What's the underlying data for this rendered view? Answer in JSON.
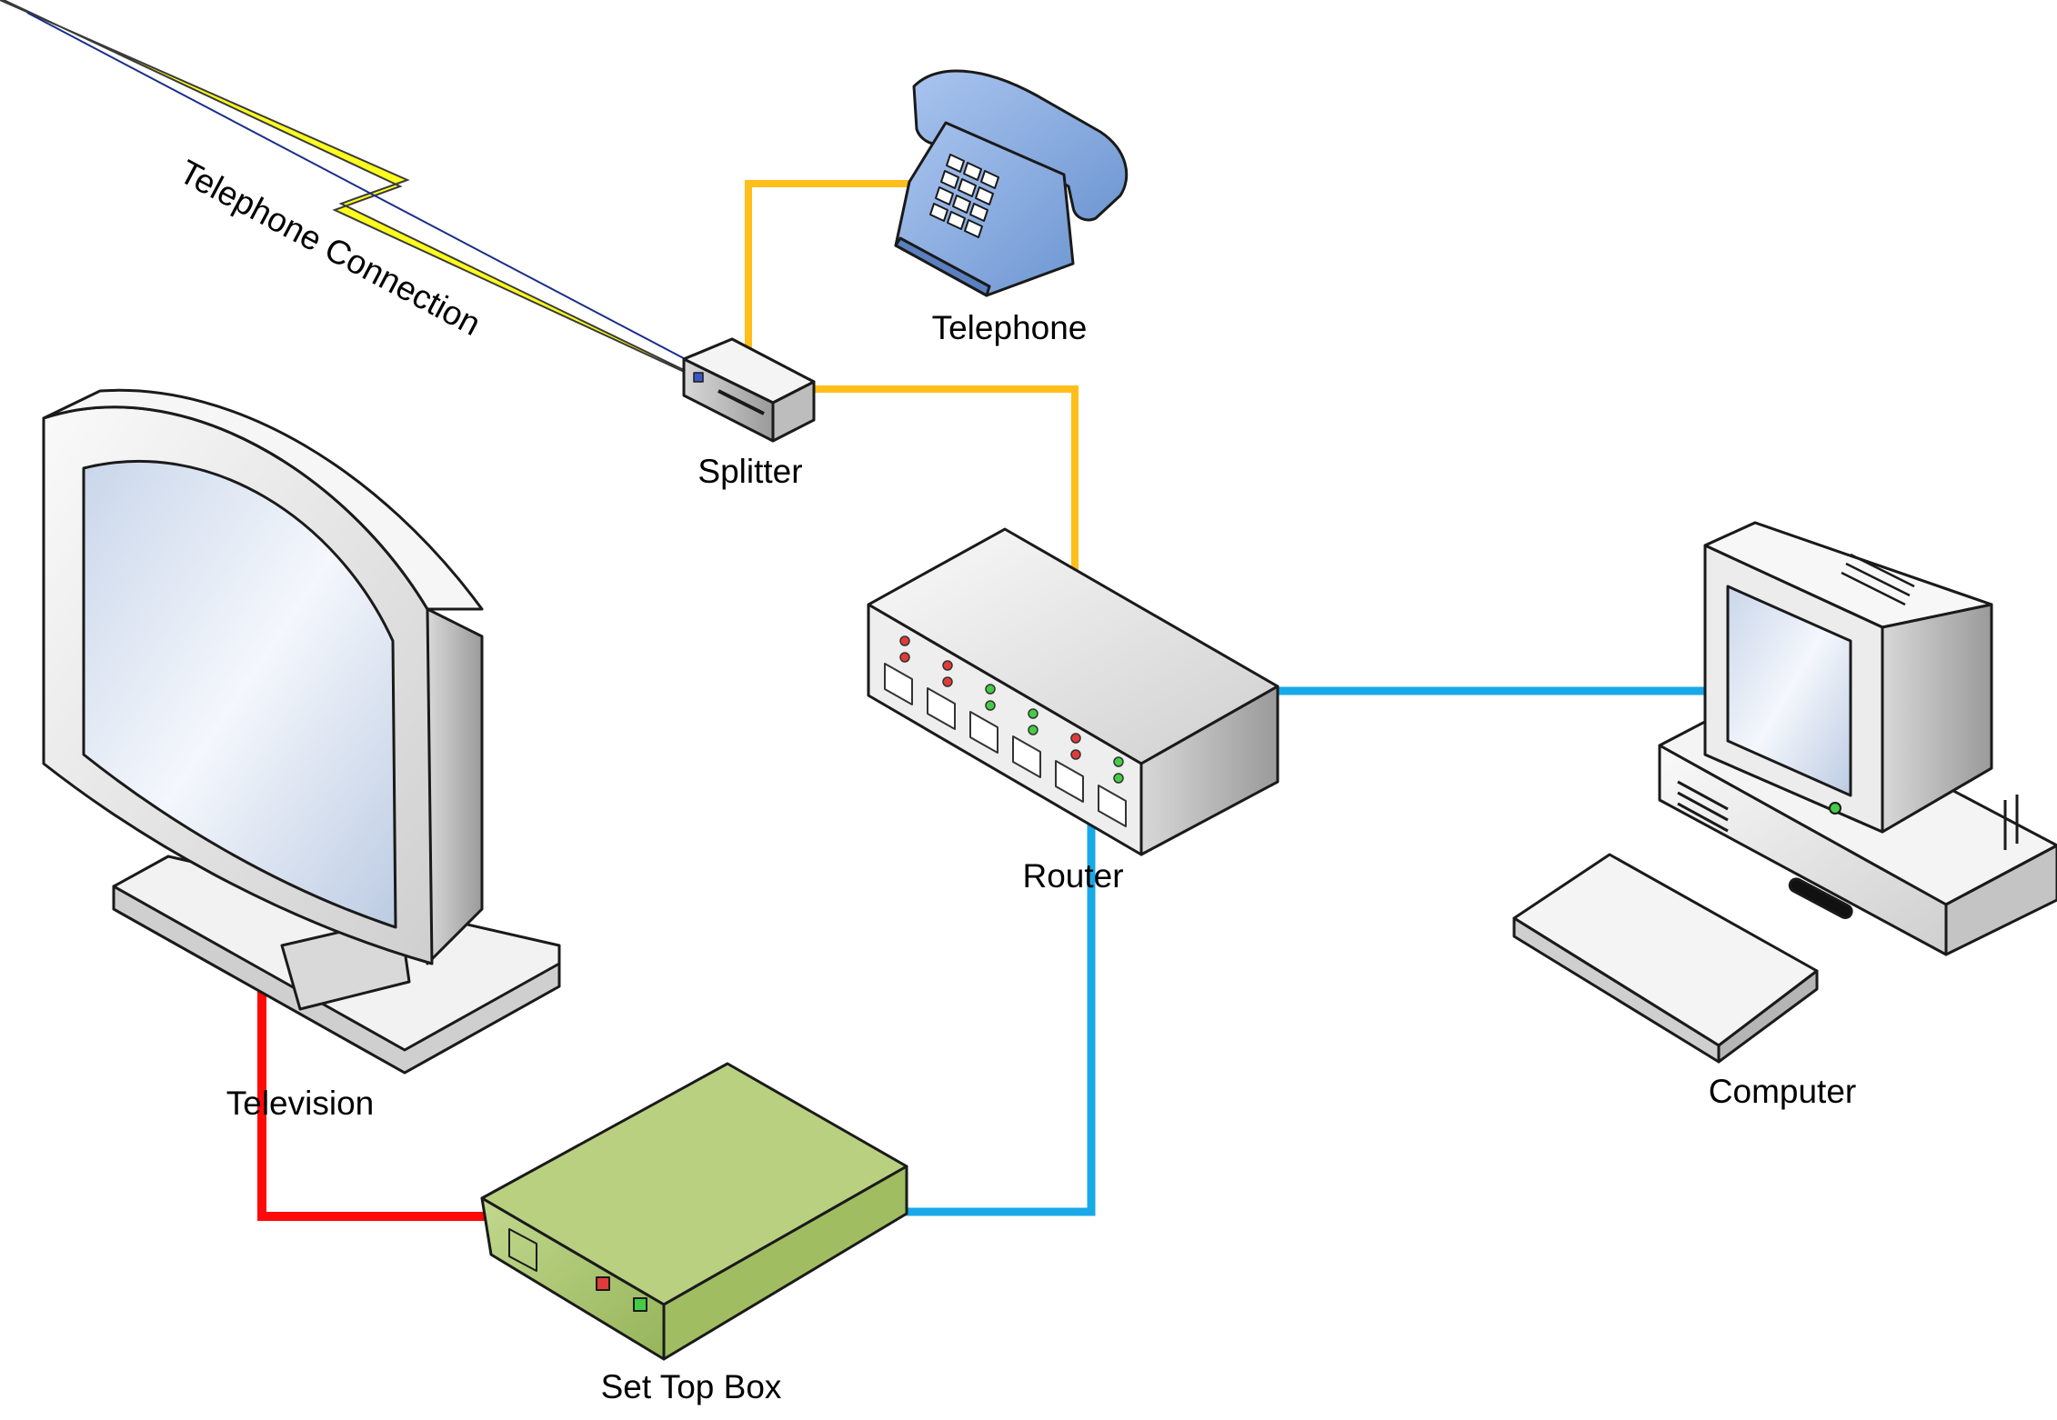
{
  "diagram": {
    "labels": {
      "telephone_connection": "Telephone Connection",
      "telephone": "Telephone",
      "splitter": "Splitter",
      "router": "Router",
      "television": "Television",
      "computer": "Computer",
      "set_top_box": "Set Top Box"
    },
    "colors": {
      "phone_line": "#FFBE1A",
      "network_line": "#19A9E8",
      "video_line": "#FF0A0A",
      "lightning": "#FFFF1E",
      "telephone_body": "#7FA7DC",
      "set_top_box": "#A6C26A"
    },
    "icons": [
      "lightning-bolt-icon",
      "telephone-icon",
      "splitter-icon",
      "router-icon",
      "television-icon",
      "computer-icon",
      "set-top-box-icon"
    ]
  }
}
